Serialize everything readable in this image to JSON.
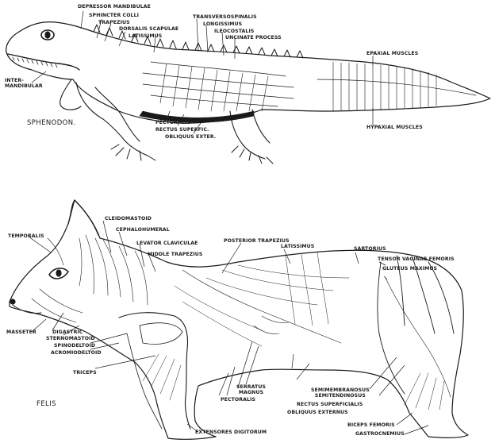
{
  "sphenodon": {
    "name": "SPHENODON.",
    "labels": {
      "depressor": "DEPRESSOR MANDIBULAE",
      "sphincter": "SPHINCTER COLLI",
      "trapezius": "TRAPEZIUS",
      "dorsalis": "DORSALIS SCAPULAE",
      "latissimus": "LATISSIMUS",
      "transverso": "TRANSVERSOSPINALIS",
      "longissimus": "LONGISSIMUS",
      "ileocostalis": "ILEOCOSTALIS",
      "uncinate": "UNCINATE PROCESS",
      "intermandibular": "INTER-\nMANDIBULAR",
      "epaxial": "EPAXIAL MUSCLES",
      "hypaxial": "HYPAXIAL MUSCLES",
      "pectoralis": "PECTORALIS",
      "rectus": "RECTUS SUPERFIC.",
      "obliquus": "OBLIQUUS EXTER."
    }
  },
  "felis": {
    "name": "FELIS",
    "labels": {
      "cleidomastoid": "CLEIDOMASTOID",
      "cephalohumeral": "CEPHALOHUMERAL",
      "temporalis": "TEMPORALIS",
      "levator": "LEVATOR CLAVICULAE",
      "middle_trap": "MIDDLE TRAPEZIUS",
      "posterior_trap": "POSTERIOR TRAPEZIUS",
      "latissimus": "LATISSIMUS",
      "sartorius": "SARTORIUS",
      "tensor": "TENSOR VAGINAE FEMORIS",
      "gluteus": "GLUTEUS MAXIMUS",
      "masseter": "MASSETER",
      "digastric": "DIGASTRIC",
      "sternomastoid": "STERNOMASTOID",
      "spinodeltoid": "SPINODELTOID",
      "acromiodeltoid": "ACROMIODELTOID",
      "triceps": "TRICEPS",
      "serratus": "SERRATUS\nMAGNUS",
      "pectoralis": "PECTORALIS",
      "semimembranosus": "SEMIMEMBRANOSUS\nSEMITENDINOSUS",
      "rectus": "RECTUS SUPERFICIALIS",
      "obliquus": "OBLIQUUS EXTERNUS",
      "biceps": "BICEPS FEMORIS",
      "gastrocnemius": "GASTROCNEMIUS",
      "extensores": "EXTENSORES DIGITORUM"
    }
  }
}
